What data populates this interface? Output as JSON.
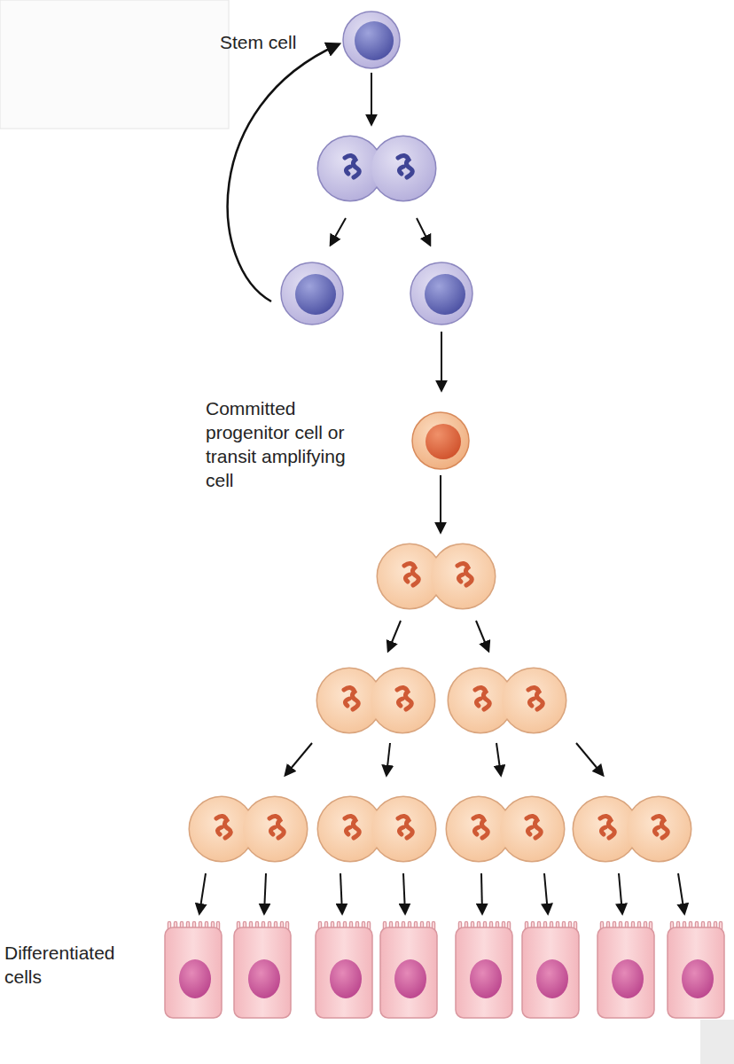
{
  "diagram": {
    "nodes": [
      {
        "text": [
          "Stem cell"
        ]
      },
      {
        "text": [
          "Committed progenitor cell or transit amplifying cell"
        ]
      }
    ],
    "labels": [
      "Differentiated cells"
    ]
  }
}
